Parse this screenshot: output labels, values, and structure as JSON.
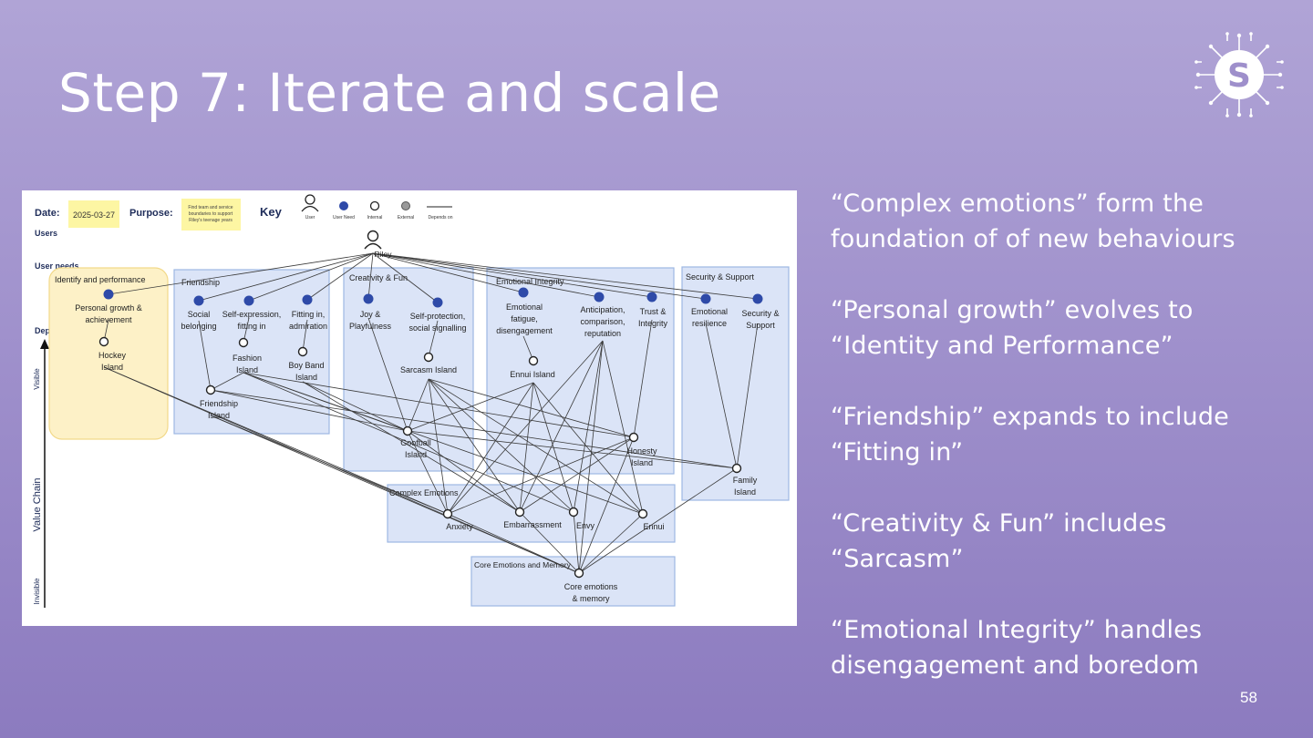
{
  "slide": {
    "title": "Step 7: Iterate and scale",
    "page_number": "58",
    "bullets": [
      {
        "line1": "“Complex emotions” form the",
        "line2": "foundation of of new behaviours"
      },
      {
        "line1": "“Personal growth” evolves to",
        "line2": "“Identity and Performance”"
      },
      {
        "line1": "“Friendship” expands to include",
        "line2": "“Fitting in”"
      },
      {
        "line1": "“Creativity & Fun” includes",
        "line2": "“Sarcasm”"
      },
      {
        "line1": "“Emotional Integrity” handles",
        "line2": "disengagement and boredom"
      }
    ]
  },
  "logo": {
    "icon": "circuit-s-logo-icon",
    "letter": "S"
  },
  "diagram": {
    "date_label": "Date:",
    "date_value": "2025-03-27",
    "purpose_label": "Purpose:",
    "purpose_value": [
      "Find team and service",
      "boundaries to support",
      "Riley's teenage years"
    ],
    "key_label": "Key",
    "key_items": {
      "user": "User",
      "user_need": "User Need",
      "internal": "Internal",
      "external": "External",
      "depends_on": "Depends on"
    },
    "rows": {
      "users": "Users",
      "user_needs": "User needs",
      "dependencies": "Dependencies"
    },
    "axis": {
      "title": "Value Chain",
      "top": "Visible",
      "bottom": "Invisible"
    },
    "groups": {
      "identify": "Identify and performance",
      "friendship": "Friendship",
      "creativity": "Creativity & Fun",
      "integrity": "Emotional Integrity",
      "security": "Security & Support",
      "complex": "Complex Emotions",
      "core": "Core Emotions and Memory"
    },
    "user": "Riley",
    "needs": {
      "personal": [
        "Personal growth &",
        "achievement"
      ],
      "social": [
        "Social",
        "belonging"
      ],
      "selfexp": [
        "Self-expression,",
        "fitting in"
      ],
      "fitting": [
        "Fitting in,",
        "admiration"
      ],
      "joy": [
        "Joy &",
        "Playfulness"
      ],
      "selfprot": [
        "Self-protection,",
        "social signalling"
      ],
      "fatigue": [
        "Emotional",
        "fatigue,",
        "disengagement"
      ],
      "anticipation": [
        "Anticipation,",
        "comparison,",
        "reputation"
      ],
      "trust": [
        "Trust &",
        "Integrity"
      ],
      "resilience": [
        "Emotional",
        "resilience"
      ],
      "security": [
        "Security &",
        "Support"
      ]
    },
    "components": {
      "hockey": [
        "Hockey",
        "Island"
      ],
      "fashion": [
        "Fashion",
        "Island"
      ],
      "boyband": [
        "Boy Band",
        "Island"
      ],
      "friendship": [
        "Friendship",
        "Island"
      ],
      "sarcasm": [
        "Sarcasm Island"
      ],
      "ennui_island": [
        "Ennui Island"
      ],
      "goofball": [
        "Goofball",
        "Island"
      ],
      "honesty": [
        "Honesty",
        "Island"
      ],
      "family": [
        "Family",
        "Island"
      ],
      "anxiety": [
        "Anxiety"
      ],
      "embarrassment": [
        "Embarrassment"
      ],
      "envy": [
        "Envy"
      ],
      "ennui": [
        "Ennui"
      ],
      "core": [
        "Core emotions",
        "& memory"
      ]
    }
  },
  "colors": {
    "need": "#2e4aa8",
    "external": "#9a9a9a",
    "group_fill": "#dbe4f7",
    "group_stroke": "#9db7e3",
    "identify_fill": "#fdf1c7",
    "identify_stroke": "#f2d98a",
    "note": "#fdf6a3"
  }
}
